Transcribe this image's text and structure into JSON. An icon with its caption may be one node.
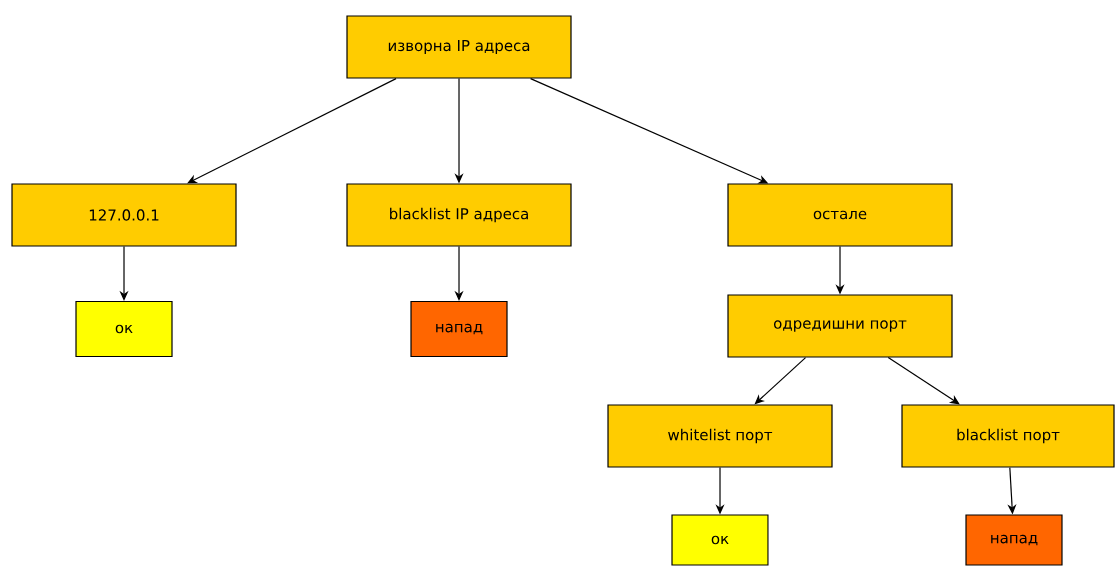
{
  "diagram": {
    "nodes": [
      {
        "text": [
          "изворна IP адреса"
        ]
      },
      {
        "text": [
          "127.0.0.1"
        ]
      },
      {
        "text": [
          "blacklist IP адреса"
        ]
      },
      {
        "text": [
          "остале"
        ]
      },
      {
        "text": [
          "ок"
        ]
      },
      {
        "text": [
          "напад"
        ]
      },
      {
        "text": [
          "одредишни порт"
        ]
      },
      {
        "text": [
          "whitelist порт"
        ]
      },
      {
        "text": [
          "blacklist порт"
        ]
      },
      {
        "text": [
          "ок"
        ]
      },
      {
        "text": [
          "напад"
        ]
      }
    ],
    "edges": [
      {
        "from": 0,
        "to": 1,
        "arrow": "to"
      },
      {
        "from": 0,
        "to": 2,
        "arrow": "to"
      },
      {
        "from": 0,
        "to": 3,
        "arrow": "to"
      },
      {
        "from": 1,
        "to": 4,
        "arrow": "to"
      },
      {
        "from": 2,
        "to": 5,
        "arrow": "to"
      },
      {
        "from": 3,
        "to": 6,
        "arrow": "to"
      },
      {
        "from": 6,
        "to": 7,
        "arrow": "to"
      },
      {
        "from": 6,
        "to": 8,
        "arrow": "to"
      },
      {
        "from": 7,
        "to": 9,
        "arrow": "to"
      },
      {
        "from": 8,
        "to": 10,
        "arrow": "to"
      }
    ]
  }
}
